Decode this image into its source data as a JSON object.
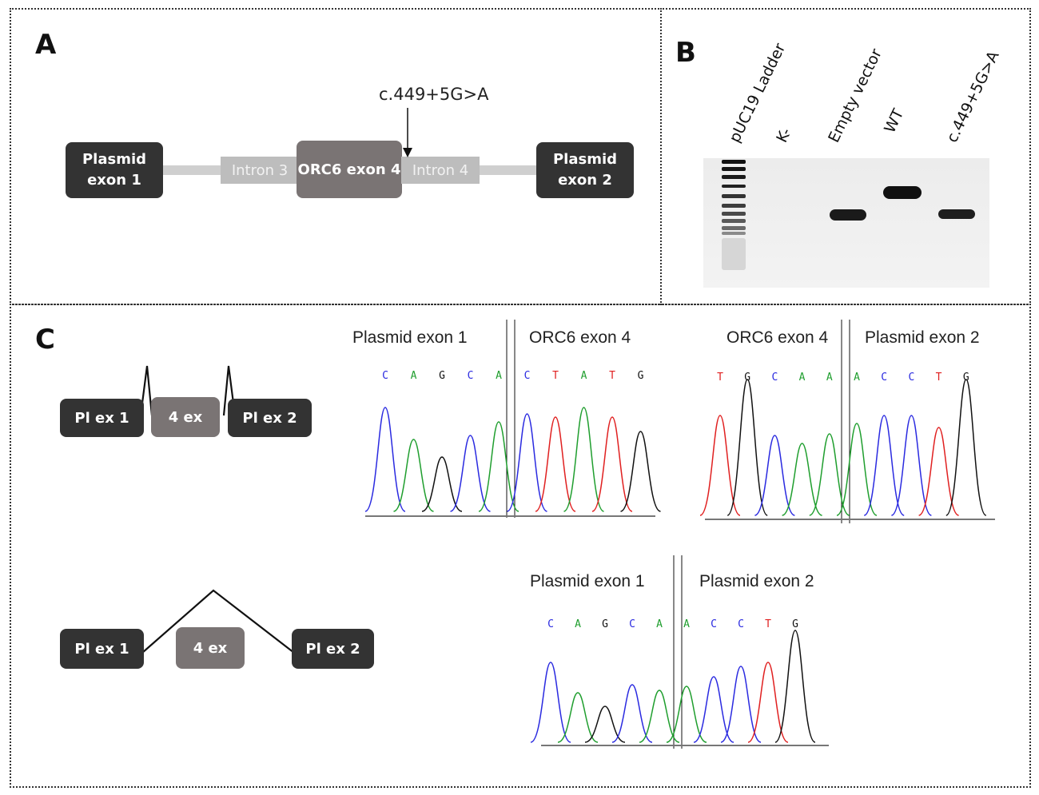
{
  "panels": {
    "a_label": "A",
    "b_label": "B",
    "c_label": "C"
  },
  "construct": {
    "plasmid_exon1_line1": "Plasmid",
    "plasmid_exon1_line2": "exon 1",
    "intron3": "Intron 3",
    "orc6_exon4": "ORC6 exon 4",
    "intron4": "Intron 4",
    "plasmid_exon2_line1": "Plasmid",
    "plasmid_exon2_line2": "exon 2",
    "variant": "c.449+5G>A"
  },
  "gel": {
    "lanes": [
      "pUC19 Ladder",
      "K-",
      "Empty vector",
      "WT",
      "c.449+5G>A"
    ]
  },
  "splicing": {
    "pl_ex1": "Pl ex 1",
    "ex4": "4 ex",
    "pl_ex2": "Pl ex 2"
  },
  "chromatograms": {
    "c1": {
      "left": "Plasmid exon 1",
      "right": "ORC6 exon 4",
      "bases": [
        "C",
        "A",
        "G",
        "C",
        "A",
        "C",
        "T",
        "A",
        "T",
        "G"
      ]
    },
    "c2": {
      "left": "ORC6 exon 4",
      "right": "Plasmid exon 2",
      "bases": [
        "T",
        "G",
        "C",
        "A",
        "A",
        "A",
        "C",
        "C",
        "T",
        "G"
      ]
    },
    "c3": {
      "left": "Plasmid exon 1",
      "right": "Plasmid exon 2",
      "bases": [
        "C",
        "A",
        "G",
        "C",
        "A",
        "A",
        "C",
        "C",
        "T",
        "G"
      ]
    }
  },
  "colors": {
    "A": "#1f9e2e",
    "C": "#2a2ae0",
    "G": "#111111",
    "T": "#e02020",
    "dark_box": "#333333",
    "exon4_box": "#7a7474",
    "intron_box": "#bdbdbd"
  }
}
